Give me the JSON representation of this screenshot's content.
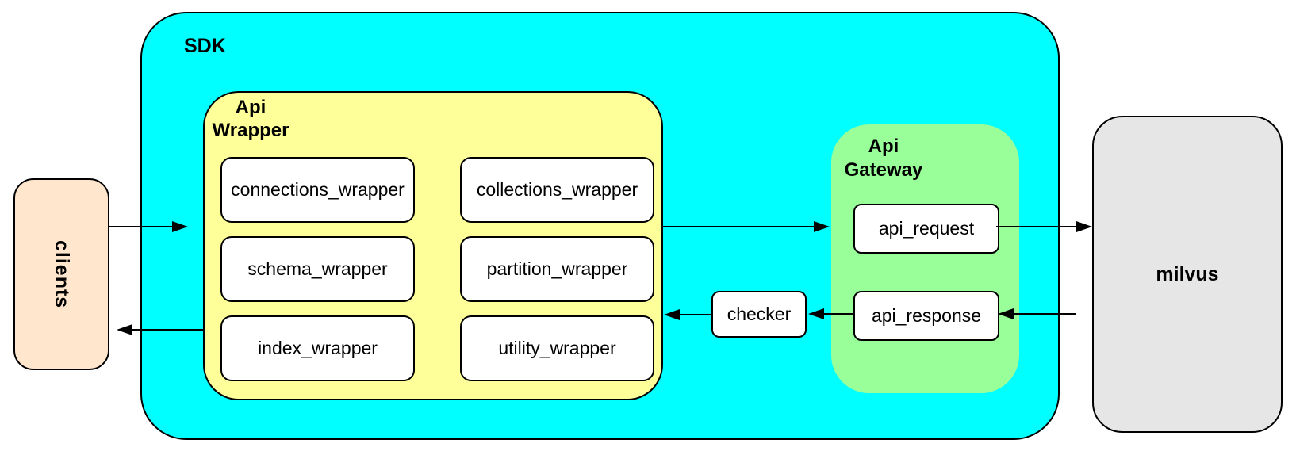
{
  "clients": {
    "label": "clients"
  },
  "sdk": {
    "label": "SDK",
    "api_wrapper": {
      "label_lines": [
        "Api",
        "Wrapper"
      ],
      "modules": [
        "connections_wrapper",
        "collections_wrapper",
        "schema_wrapper",
        "partition_wrapper",
        "index_wrapper",
        "utility_wrapper"
      ]
    },
    "checker_label": "checker",
    "api_gateway": {
      "label_lines": [
        "Api",
        "Gateway"
      ],
      "request_label": "api_request",
      "response_label": "api_response"
    }
  },
  "milvus": {
    "label": "milvus"
  },
  "connections": [
    {
      "from": "clients",
      "to": "sdk"
    },
    {
      "from": "api_wrapper",
      "to": "clients"
    },
    {
      "from": "api_wrapper",
      "to": "api_gateway"
    },
    {
      "from": "api_request",
      "to": "milvus"
    },
    {
      "from": "milvus",
      "to": "api_response"
    },
    {
      "from": "api_response",
      "to": "checker"
    },
    {
      "from": "checker",
      "to": "api_wrapper"
    }
  ],
  "colors": {
    "sdk_fill": "#00FFFF",
    "api_wrapper_fill": "#FFFF99",
    "api_gateway_fill": "#99FF99",
    "clients_fill": "#FFE6CC",
    "milvus_fill": "#E6E6E6",
    "module_fill": "#FFFFFF",
    "border": "#000000",
    "background": "#FFFFFF"
  }
}
